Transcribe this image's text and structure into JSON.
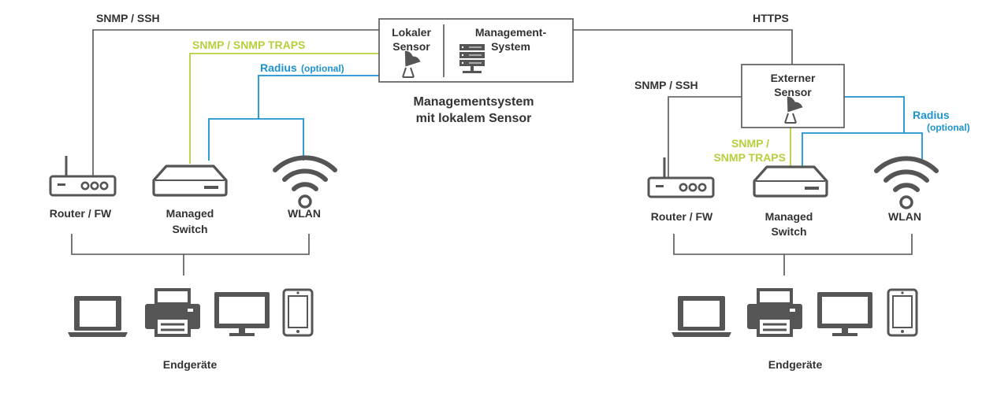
{
  "left": {
    "link_snmp_ssh": "SNMP / SSH",
    "link_snmp_traps": "SNMP / SNMP TRAPS",
    "link_radius": "Radius",
    "link_radius_optional": "(optional)",
    "box_local_sensor": [
      "Lokaler",
      "Sensor"
    ],
    "box_management_system": [
      "Management-",
      "System"
    ],
    "caption": [
      "Managementsystem",
      "mit lokalem Sensor"
    ],
    "router_label": "Router / FW",
    "switch_label": [
      "Managed",
      "Switch"
    ],
    "wlan_label": "WLAN",
    "endpoints_label": "Endgeräte"
  },
  "link_https": "HTTPS",
  "right": {
    "box_external_sensor": [
      "Externer",
      "Sensor"
    ],
    "link_snmp_ssh": "SNMP / SSH",
    "link_snmp_traps": [
      "SNMP /",
      "SNMP TRAPS"
    ],
    "link_radius": "Radius",
    "link_radius_optional": "(optional)",
    "router_label": "Router / FW",
    "switch_label": [
      "Managed",
      "Switch"
    ],
    "wlan_label": "WLAN",
    "endpoints_label": "Endgeräte"
  },
  "colors": {
    "line": "#555555",
    "snmp_traps": "#b7cf3d",
    "radius": "#1d93cf",
    "text": "#333333"
  },
  "icons": [
    "router-icon",
    "switch-icon",
    "wifi-icon",
    "laptop-icon",
    "printer-icon",
    "monitor-icon",
    "tablet-icon",
    "satellite-dish-icon",
    "server-icon"
  ]
}
